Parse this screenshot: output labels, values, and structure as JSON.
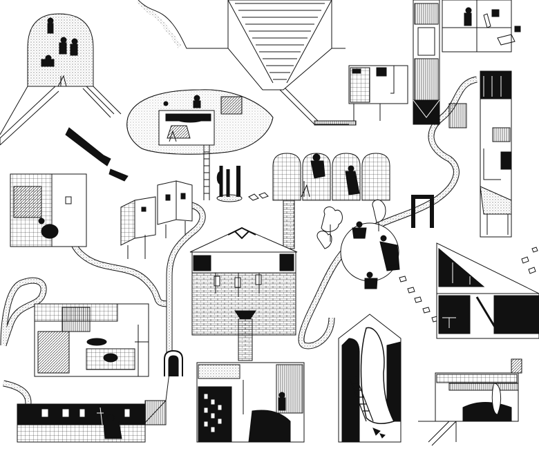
{
  "colors": {
    "ink": "#111111",
    "paper": "#ffffff",
    "stipple": "#777777"
  },
  "scene": {
    "style": "black-and-white architectural axonometric drawing",
    "rooms": [
      {
        "id": "arched-hall",
        "icon": "arched-room-icon"
      },
      {
        "id": "stepped-amphitheater",
        "icon": "stairs-icon"
      },
      {
        "id": "tall-tower",
        "icon": "tower-icon"
      },
      {
        "id": "gallery-panels",
        "icon": "panel-icon"
      },
      {
        "id": "greenhouse-arches",
        "icon": "arch-window-icon"
      },
      {
        "id": "gabled-house",
        "icon": "house-icon"
      },
      {
        "id": "workshop",
        "icon": "workshop-icon"
      },
      {
        "id": "theater-stage",
        "icon": "stage-icon"
      },
      {
        "id": "cathedral-window",
        "icon": "window-icon"
      },
      {
        "id": "lower-rooms",
        "icon": "room-icon"
      }
    ]
  }
}
